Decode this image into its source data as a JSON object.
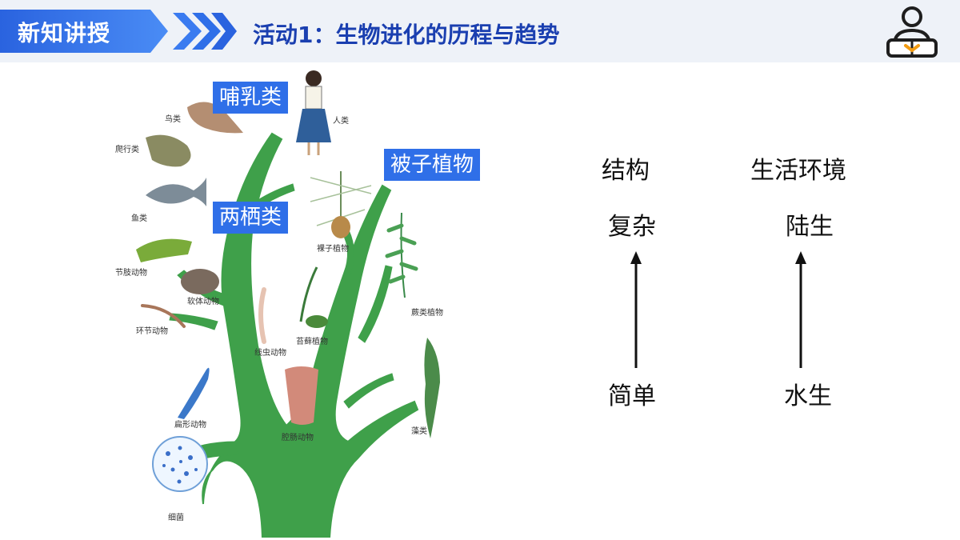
{
  "header": {
    "section_tab": "新知讲授",
    "title": "活动1：生物进化的历程与趋势",
    "icon": "reading-person-icon",
    "colors": {
      "tab": "#2f6fe8",
      "title": "#1a3fb0",
      "band": "#eef2f8"
    }
  },
  "tree": {
    "tags": {
      "mammals": "哺乳类",
      "amphibians": "两栖类",
      "angiosperms": "被子植物"
    },
    "labels": {
      "birds": "鸟类",
      "human": "人类",
      "reptiles": "爬行类",
      "fish": "鱼类",
      "arthropods": "节肢动物",
      "mollusks": "软体动物",
      "annelids": "环节动物",
      "nematodes": "线虫动物",
      "flatworms": "扁形动物",
      "cnidarians": "腔肠动物",
      "bacteria": "细菌",
      "gymnosperms": "裸子植物",
      "ferns": "蕨类植物",
      "mosses": "苔藓植物",
      "algae": "藻类"
    },
    "colors": {
      "trunk": "#3fa04a"
    }
  },
  "comparison": {
    "structure": {
      "heading": "结构",
      "top": "复杂",
      "bottom": "简单"
    },
    "habitat": {
      "heading": "生活环境",
      "top": "陆生",
      "bottom": "水生"
    }
  }
}
